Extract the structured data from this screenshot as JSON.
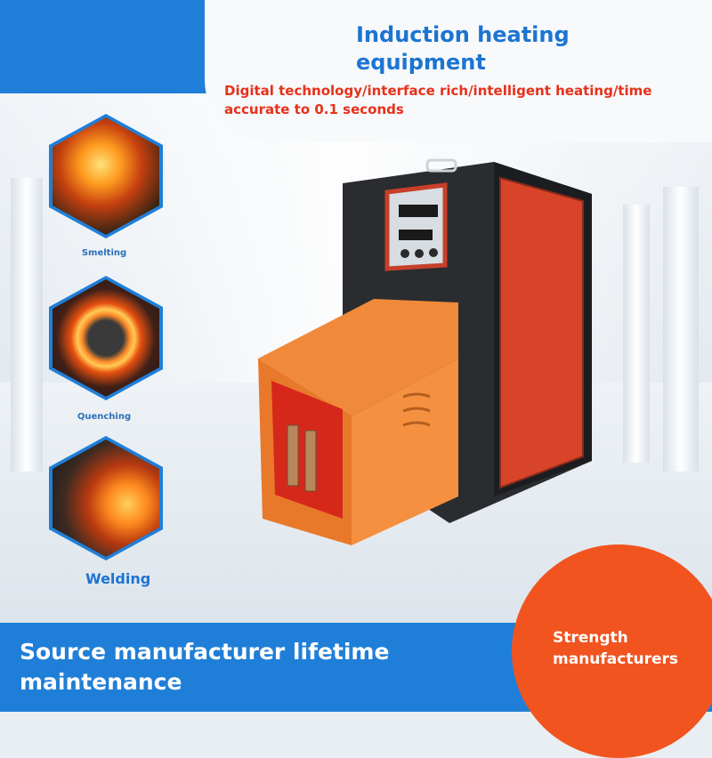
{
  "header": {
    "title_line1": "Induction heating",
    "title_line2": "equipment",
    "subtitle": "Digital technology/interface rich/intelligent heating/time accurate to 0.1 seconds"
  },
  "applications": [
    {
      "label": "Smelting"
    },
    {
      "label": "Quenching"
    },
    {
      "label": "Welding"
    }
  ],
  "footer": {
    "slogan_line1": "Source manufacturer lifetime",
    "slogan_line2": "maintenance",
    "badge_line1": "Strength",
    "badge_line2": "manufacturers"
  },
  "colors": {
    "brand_blue": "#1f7fd8",
    "accent_red": "#e6311a",
    "accent_orange": "#f2541f"
  }
}
